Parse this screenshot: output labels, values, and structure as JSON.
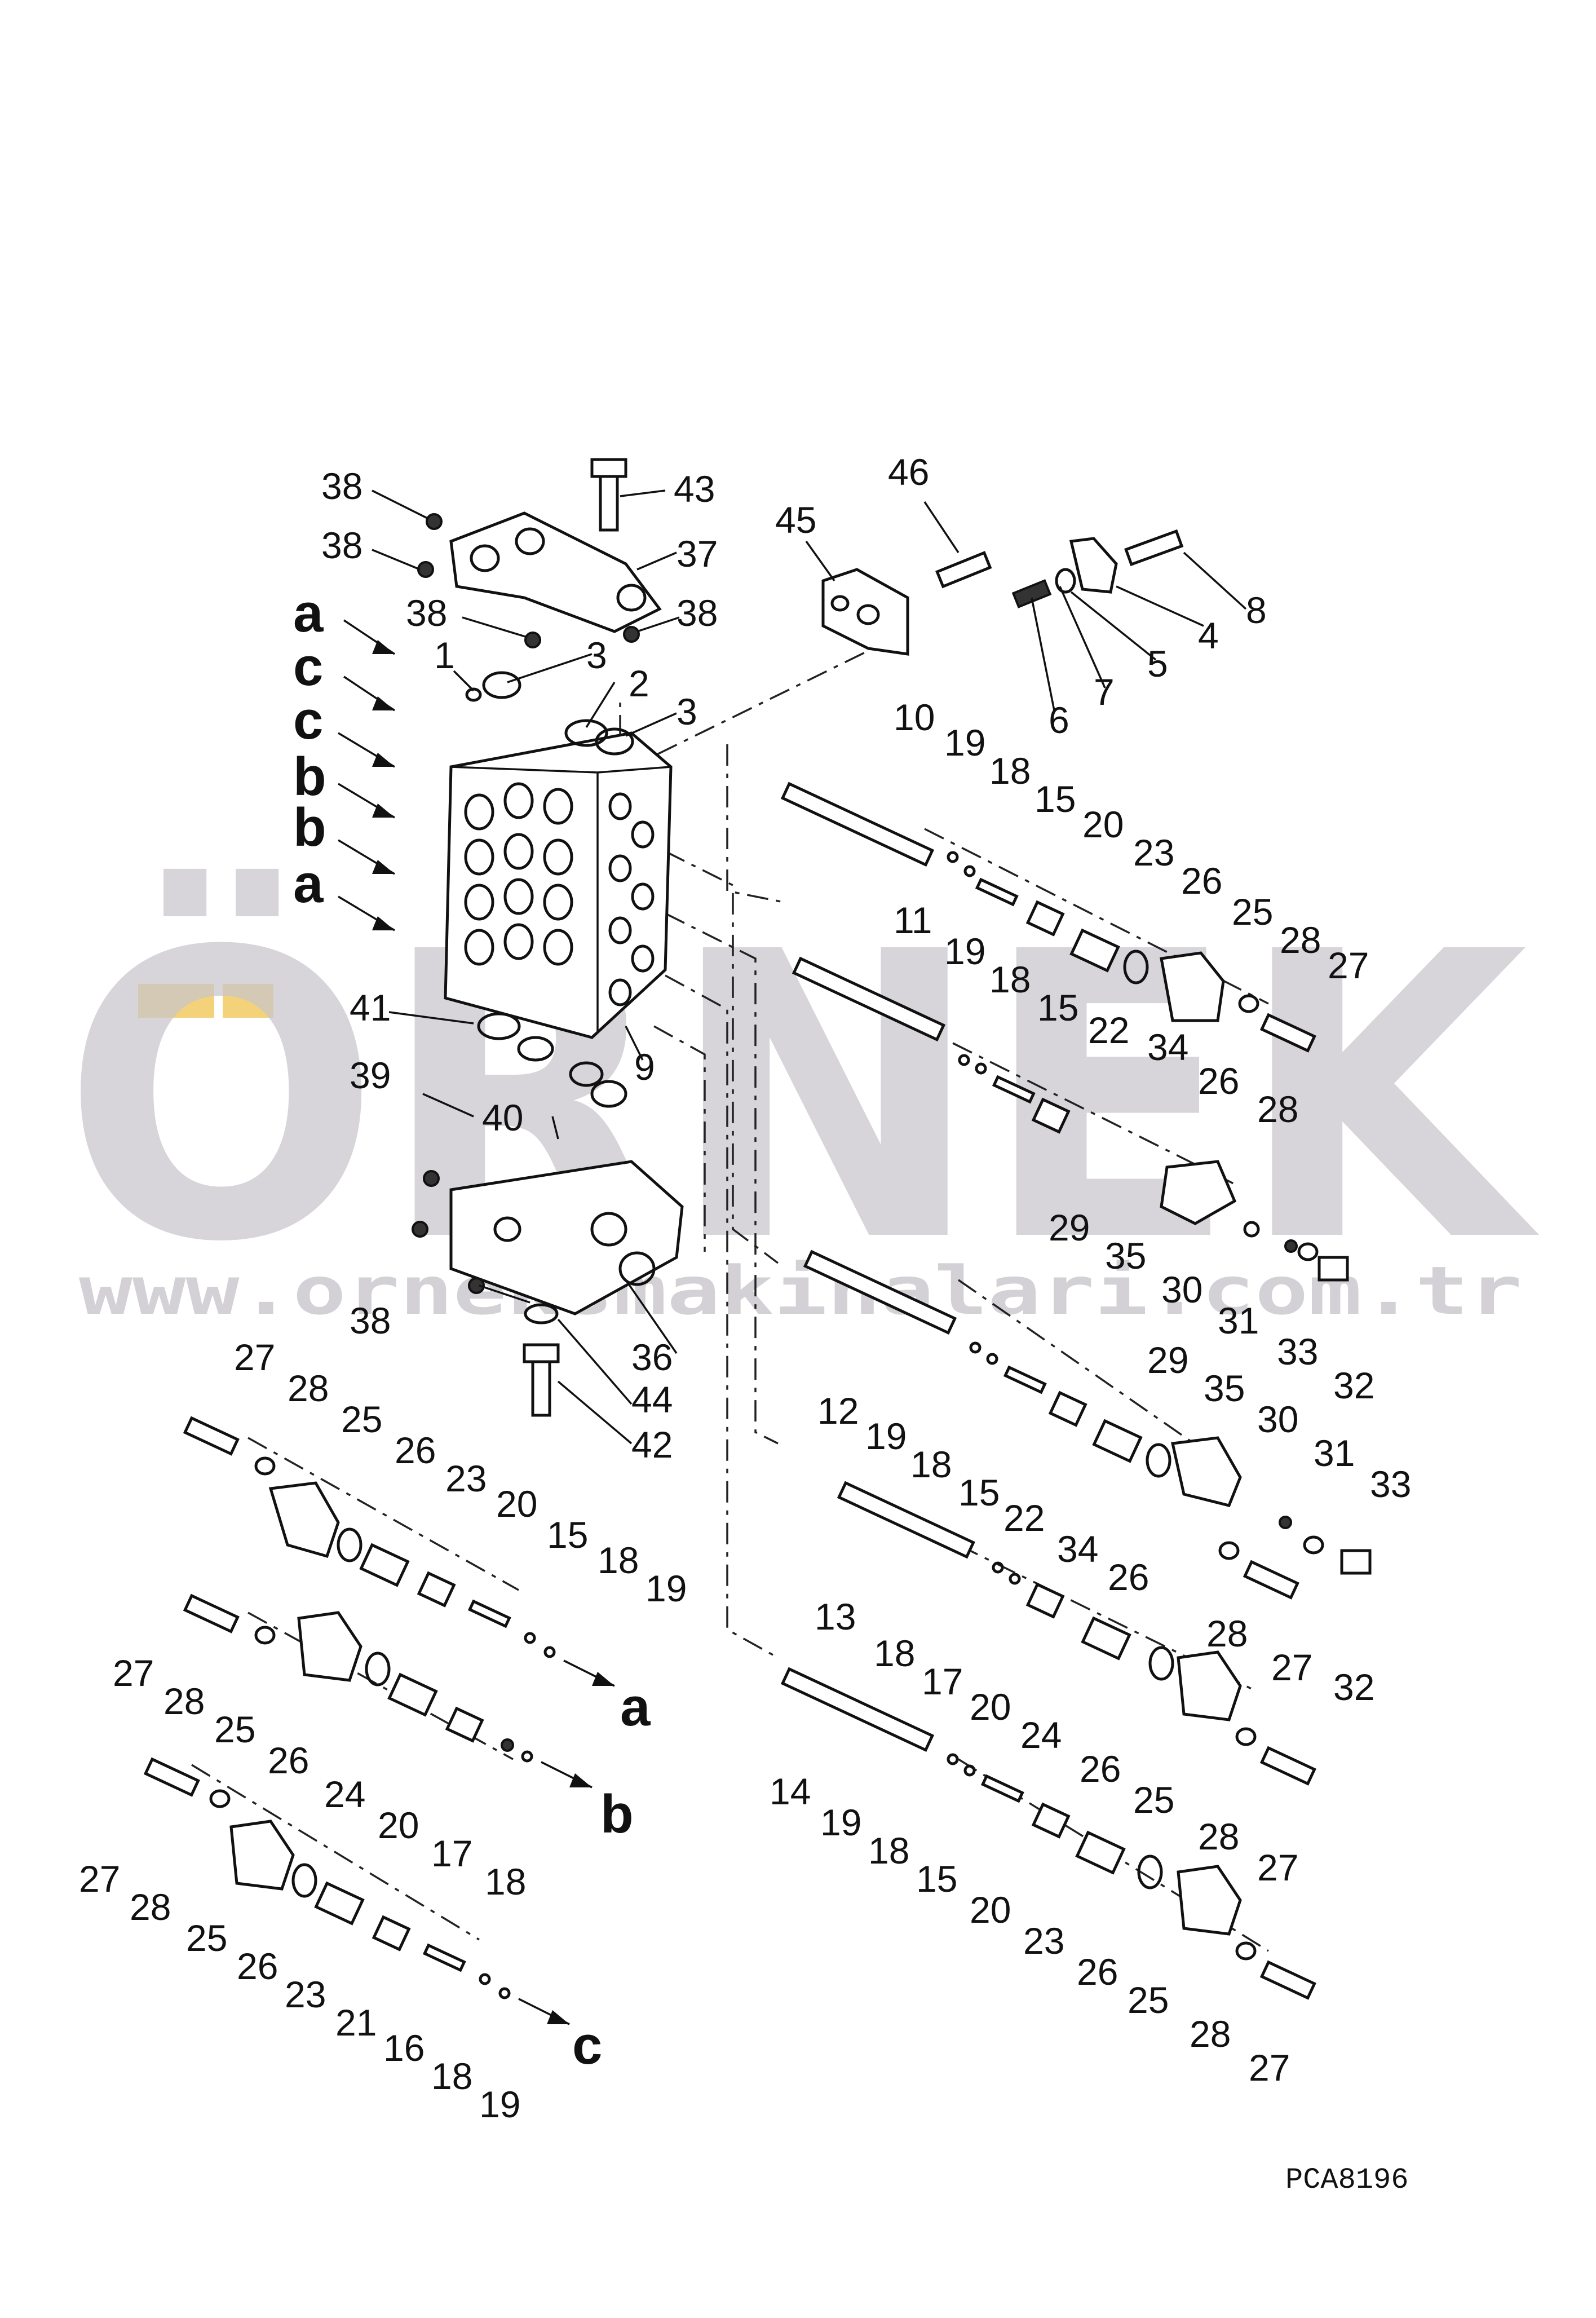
{
  "drawing_code": "PCA8196",
  "watermark": {
    "brand": "ÖRNEK",
    "url": "www.orneksmakinalari.com.tr",
    "accent_color": "#f3d27a",
    "text_color": "#c9c6cc"
  },
  "arrow_letters": {
    "a_top": "a",
    "c_top1": "c",
    "c_top2": "c",
    "b_top1": "b",
    "b_top2": "b",
    "a_top2": "a",
    "a_end": "a",
    "b_end": "b",
    "c_end": "c"
  },
  "callouts": [
    {
      "id": "c1",
      "text": "38"
    },
    {
      "id": "c2",
      "text": "43"
    },
    {
      "id": "c3",
      "text": "38"
    },
    {
      "id": "c4",
      "text": "37"
    },
    {
      "id": "c5",
      "text": "38"
    },
    {
      "id": "c6",
      "text": "38"
    },
    {
      "id": "c7",
      "text": "1"
    },
    {
      "id": "c8",
      "text": "3"
    },
    {
      "id": "c9",
      "text": "2"
    },
    {
      "id": "c10",
      "text": "3"
    },
    {
      "id": "c11",
      "text": "46"
    },
    {
      "id": "c12",
      "text": "45"
    },
    {
      "id": "c13",
      "text": "8"
    },
    {
      "id": "c14",
      "text": "4"
    },
    {
      "id": "c15",
      "text": "5"
    },
    {
      "id": "c16",
      "text": "7"
    },
    {
      "id": "c17",
      "text": "6"
    },
    {
      "id": "c18",
      "text": "10"
    },
    {
      "id": "c19",
      "text": "19"
    },
    {
      "id": "c20",
      "text": "18"
    },
    {
      "id": "c21",
      "text": "15"
    },
    {
      "id": "c22",
      "text": "20"
    },
    {
      "id": "c23",
      "text": "23"
    },
    {
      "id": "c24",
      "text": "26"
    },
    {
      "id": "c25",
      "text": "25"
    },
    {
      "id": "c26",
      "text": "28"
    },
    {
      "id": "c27",
      "text": "27"
    },
    {
      "id": "c28",
      "text": "11"
    },
    {
      "id": "c29",
      "text": "19"
    },
    {
      "id": "c30",
      "text": "18"
    },
    {
      "id": "c31",
      "text": "15"
    },
    {
      "id": "c32",
      "text": "22"
    },
    {
      "id": "c33",
      "text": "34"
    },
    {
      "id": "c34",
      "text": "26"
    },
    {
      "id": "c35",
      "text": "28"
    },
    {
      "id": "c36",
      "text": "29"
    },
    {
      "id": "c37",
      "text": "35"
    },
    {
      "id": "c38",
      "text": "30"
    },
    {
      "id": "c39",
      "text": "31"
    },
    {
      "id": "c40",
      "text": "33"
    },
    {
      "id": "c41",
      "text": "32"
    },
    {
      "id": "c42",
      "text": "41"
    },
    {
      "id": "c43",
      "text": "9"
    },
    {
      "id": "c44",
      "text": "39"
    },
    {
      "id": "c45",
      "text": "40"
    },
    {
      "id": "c46",
      "text": "38"
    },
    {
      "id": "c47",
      "text": "36"
    },
    {
      "id": "c48",
      "text": "44"
    },
    {
      "id": "c49",
      "text": "42"
    },
    {
      "id": "c50",
      "text": "12"
    },
    {
      "id": "c51",
      "text": "19"
    },
    {
      "id": "c52",
      "text": "18"
    },
    {
      "id": "c53",
      "text": "15"
    },
    {
      "id": "c54",
      "text": "22"
    },
    {
      "id": "c55",
      "text": "34"
    },
    {
      "id": "c56",
      "text": "26"
    },
    {
      "id": "c57",
      "text": "29"
    },
    {
      "id": "c58",
      "text": "35"
    },
    {
      "id": "c59",
      "text": "30"
    },
    {
      "id": "c60",
      "text": "31"
    },
    {
      "id": "c61",
      "text": "33"
    },
    {
      "id": "c62",
      "text": "28"
    },
    {
      "id": "c63",
      "text": "27"
    },
    {
      "id": "c64",
      "text": "32"
    },
    {
      "id": "c65",
      "text": "13"
    },
    {
      "id": "c66",
      "text": "18"
    },
    {
      "id": "c67",
      "text": "17"
    },
    {
      "id": "c68",
      "text": "20"
    },
    {
      "id": "c69",
      "text": "24"
    },
    {
      "id": "c70",
      "text": "26"
    },
    {
      "id": "c71",
      "text": "25"
    },
    {
      "id": "c72",
      "text": "28"
    },
    {
      "id": "c73",
      "text": "27"
    },
    {
      "id": "c74",
      "text": "14"
    },
    {
      "id": "c75",
      "text": "19"
    },
    {
      "id": "c76",
      "text": "18"
    },
    {
      "id": "c77",
      "text": "15"
    },
    {
      "id": "c78",
      "text": "20"
    },
    {
      "id": "c79",
      "text": "23"
    },
    {
      "id": "c80",
      "text": "26"
    },
    {
      "id": "c81",
      "text": "25"
    },
    {
      "id": "c82",
      "text": "28"
    },
    {
      "id": "c83",
      "text": "27"
    },
    {
      "id": "c84",
      "text": "27"
    },
    {
      "id": "c85",
      "text": "28"
    },
    {
      "id": "c86",
      "text": "25"
    },
    {
      "id": "c87",
      "text": "26"
    },
    {
      "id": "c88",
      "text": "23"
    },
    {
      "id": "c89",
      "text": "20"
    },
    {
      "id": "c90",
      "text": "15"
    },
    {
      "id": "c91",
      "text": "18"
    },
    {
      "id": "c92",
      "text": "19"
    },
    {
      "id": "c93",
      "text": "27"
    },
    {
      "id": "c94",
      "text": "28"
    },
    {
      "id": "c95",
      "text": "25"
    },
    {
      "id": "c96",
      "text": "26"
    },
    {
      "id": "c97",
      "text": "24"
    },
    {
      "id": "c98",
      "text": "20"
    },
    {
      "id": "c99",
      "text": "17"
    },
    {
      "id": "c100",
      "text": "18"
    },
    {
      "id": "c101",
      "text": "27"
    },
    {
      "id": "c102",
      "text": "28"
    },
    {
      "id": "c103",
      "text": "25"
    },
    {
      "id": "c104",
      "text": "26"
    },
    {
      "id": "c105",
      "text": "23"
    },
    {
      "id": "c106",
      "text": "21"
    },
    {
      "id": "c107",
      "text": "16"
    },
    {
      "id": "c108",
      "text": "18"
    },
    {
      "id": "c109",
      "text": "19"
    }
  ]
}
